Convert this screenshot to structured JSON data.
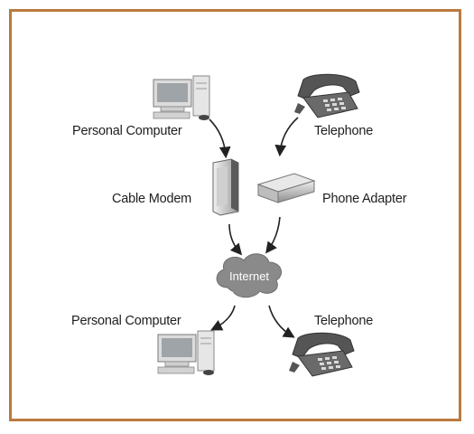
{
  "diagram": {
    "top_left_label": "Personal Computer",
    "top_right_label": "Telephone",
    "modem_label": "Cable Modem",
    "adapter_label": "Phone Adapter",
    "cloud_label": "Internet",
    "bottom_left_label": "Personal Computer",
    "bottom_right_label": "Telephone"
  },
  "colors": {
    "frame_border": "#b97a3e",
    "cloud_fill": "#8a8a8a",
    "arrow": "#222222"
  },
  "icons": [
    "computer-icon",
    "telephone-icon",
    "cable-modem-icon",
    "phone-adapter-icon",
    "internet-cloud-icon"
  ]
}
